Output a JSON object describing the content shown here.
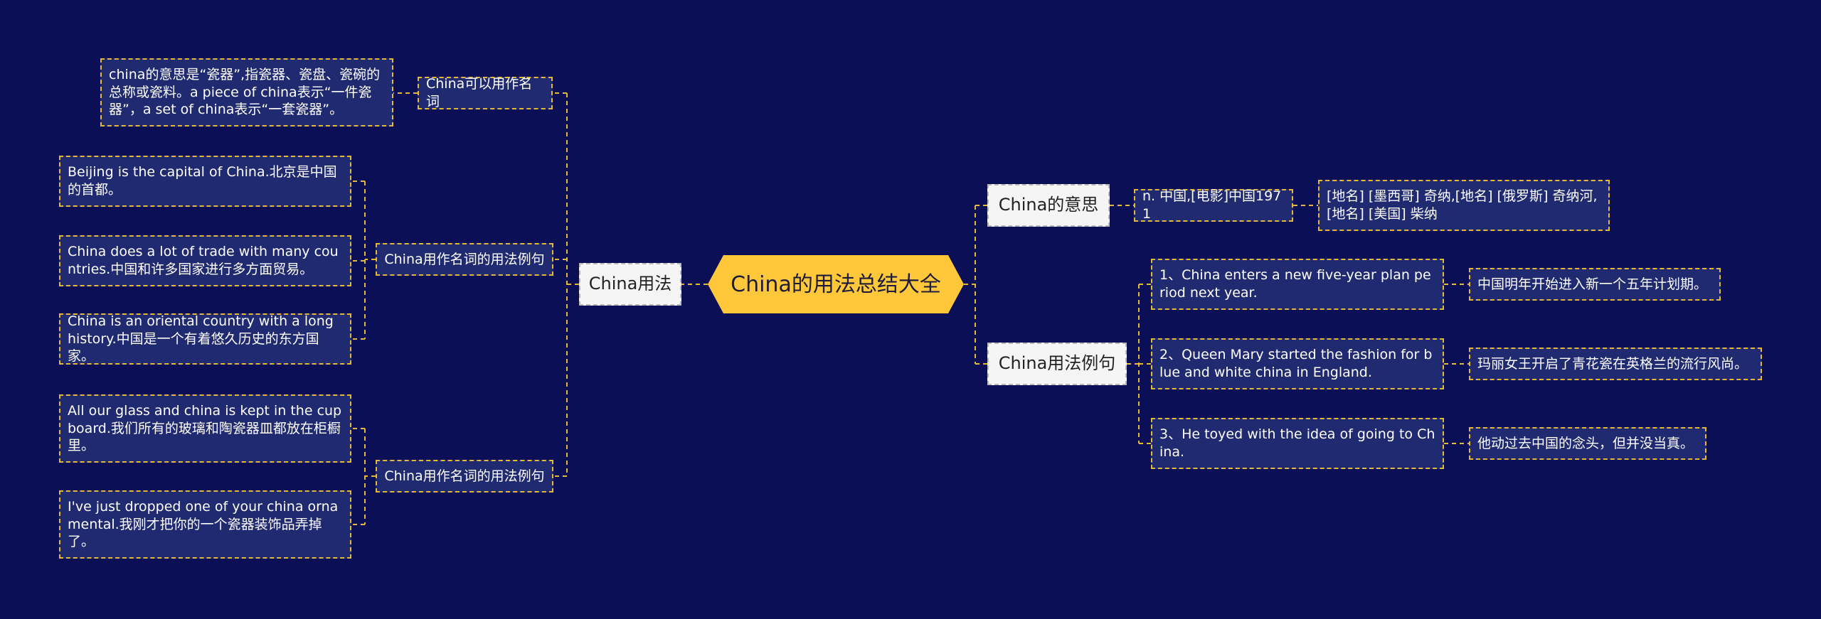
{
  "root": {
    "label": "China的用法总结大全"
  },
  "left": {
    "usage": {
      "label": "China用法"
    },
    "as_noun": {
      "label": "China可以用作名词",
      "meaning": "china的意思是“瓷器”,指瓷器、瓷盘、瓷碗的总称或瓷料。a piece of china表示“一件瓷器”，a set of china表示“一套瓷器”。"
    },
    "noun_examples_1": {
      "label": "China用作名词的用法例句",
      "items": [
        "Beijing is the capital of China.北京是中国的首都。",
        "China does a lot of trade with many countries.中国和许多国家进行多方面贸易。",
        "China is an oriental country with a long history.中国是一个有着悠久历史的东方国家。"
      ]
    },
    "noun_examples_2": {
      "label": "China用作名词的用法例句",
      "items": [
        "All our glass and china is kept in the cupboard.我们所有的玻璃和陶瓷器皿都放在柜橱里。",
        "I've just dropped one of your china ornamental.我刚才把你的一个瓷器装饰品弄掉了。"
      ]
    }
  },
  "right": {
    "meaning": {
      "label": "China的意思",
      "definition": "n. 中国,[电影]中国1971",
      "detail": "[地名] [墨西哥] 奇纳,[地名] [俄罗斯] 奇纳河,[地名] [美国] 柴纳"
    },
    "examples": {
      "label": "China用法例句",
      "items": [
        {
          "en": "1、China enters a new five-year plan period next year.",
          "zh": "中国明年开始进入新一个五年计划期。"
        },
        {
          "en": "2、Queen Mary started the fashion for blue and white china in England.",
          "zh": "玛丽女王开启了青花瓷在英格兰的流行风尚。"
        },
        {
          "en": "3、He toyed with the idea of going to China.",
          "zh": "他动过去中国的念头，但并没当真。"
        }
      ]
    }
  },
  "colors": {
    "background": "#0b0f56",
    "root": "#ffc73a",
    "leaf": "#1f2a70",
    "connector": "#e6b83a",
    "branch": "#f5f5f5"
  }
}
